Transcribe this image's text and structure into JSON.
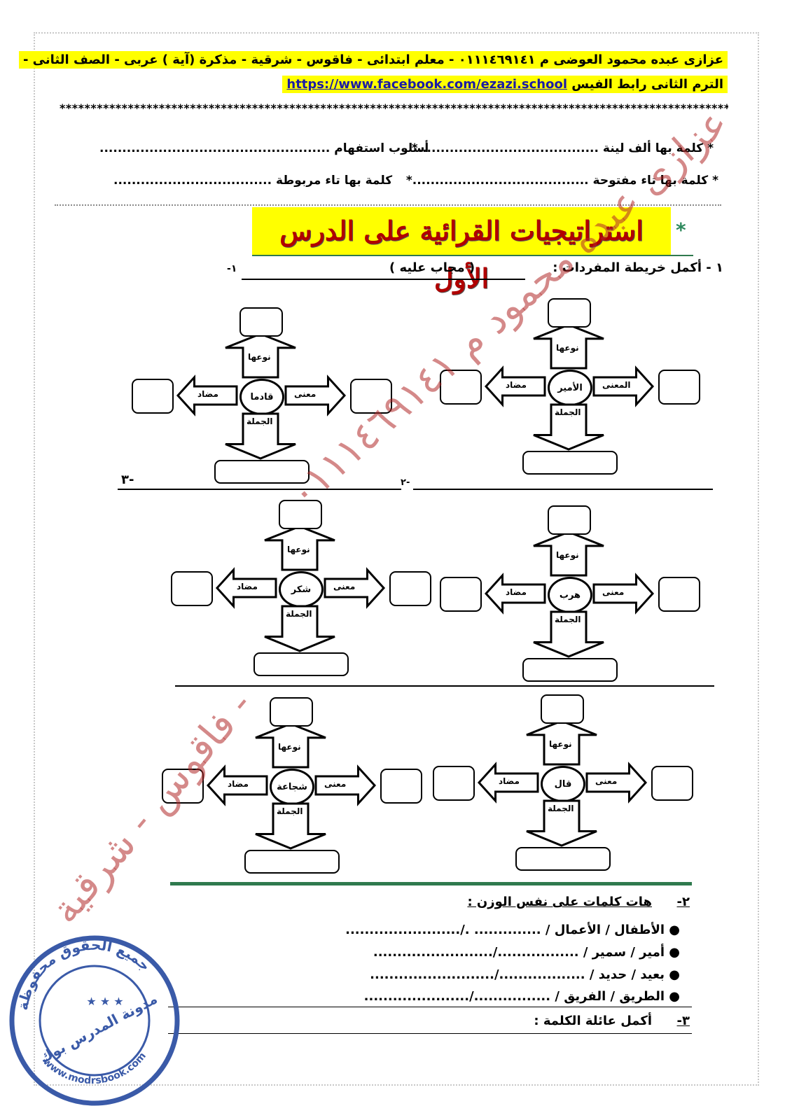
{
  "header": {
    "line1": "عزازى عبده محمود العوضى م ٠١١١٤٦٩١٤١ - معلم ابتدائى - فاقوس - شرقية - مذكرة (آية ) عربى - الصف الثانى -",
    "line2_text": "الترم الثانى رابط الفيس",
    "link": "https://www.facebook.com/ezazi.school",
    "stars": "**************************************************************************************************************************"
  },
  "questions": {
    "row1_right": "* كلمة بها ألف لينة ........................................*",
    "row1_left": "أسلوب استفهام ...................................................",
    "row2_right": "* كلمة بها تاء مفتوحة .......................................*",
    "row2_left": "كلمة بها تاء مربوطة ..................................."
  },
  "title": "استراتيجيات القرائية على الدرس الأول",
  "title_star": "*",
  "section1": {
    "label": "١ - أكمل خريطة المفردات :",
    "answered": "( مجاب عليه )",
    "num1": "١-",
    "num2": "-٢",
    "num3": "-٣"
  },
  "diagrams": [
    {
      "center": "الأمير",
      "top": "نوعها",
      "left": "مضاد",
      "right": "المعنى",
      "bottom": "الجملة"
    },
    {
      "center": "قادما",
      "top": "نوعها",
      "left": "مضاد",
      "right": "معنى",
      "bottom": "الجملة"
    },
    {
      "center": "هرب",
      "top": "نوعها",
      "left": "مضاد",
      "right": "معنى",
      "bottom": "الجملة"
    },
    {
      "center": "شكر",
      "top": "نوعها",
      "left": "مضاد",
      "right": "معنى",
      "bottom": "الجملة"
    },
    {
      "center": "قال",
      "top": "نوعها",
      "left": "مضاد",
      "right": "معنى",
      "bottom": "الجملة"
    },
    {
      "center": "شجاعة",
      "top": "نوعها",
      "left": "مضاد",
      "right": "معنى",
      "bottom": "الجملة"
    }
  ],
  "section2": {
    "num": "٢-",
    "label": "هات كلمات على نفس الوزن :",
    "items": [
      "الأطفال / الأعمال / .............. ./........................",
      "أمير / سمير / ................./.........................",
      "بعيد / حديد / ................../..........................",
      "الطريق / الفريق / ................/......................"
    ]
  },
  "section3": {
    "num": "٣-",
    "label": "أكمل عائلة الكلمة :"
  },
  "watermark": {
    "line1": "عزازى عبده محمود م ٠١١١٤٦٩١٤١",
    "line2": "فاقوس - شرقية -"
  },
  "stamp": {
    "top_text": "جميع الحقوق محفوظة",
    "middle_text": "مدونة المدرس بوك",
    "bottom_text": "www.modrsbook.com",
    "stars": "★ ★ ★"
  },
  "colors": {
    "highlight": "#ffff00",
    "title_red": "#b00000",
    "green": "#2f7a4e",
    "link": "#1a1aa6",
    "stamp_blue": "#3a5aa8",
    "watermark": "#b02828"
  }
}
